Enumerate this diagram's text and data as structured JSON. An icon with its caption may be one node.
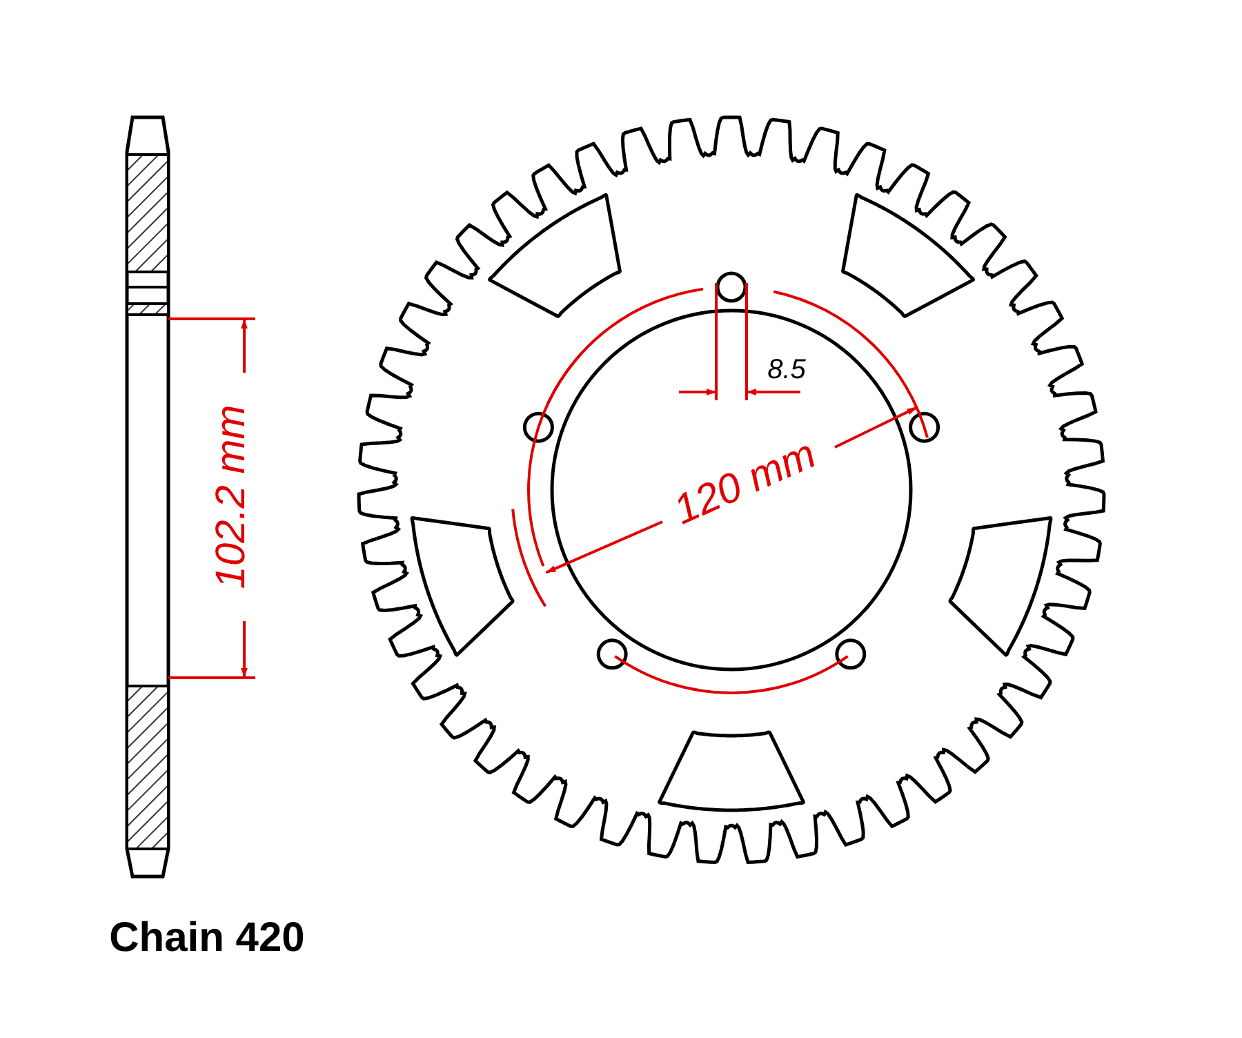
{
  "diagram": {
    "labels": [
      "102.2 mm",
      "120 mm",
      "8.5",
      "Chain 420"
    ]
  }
}
